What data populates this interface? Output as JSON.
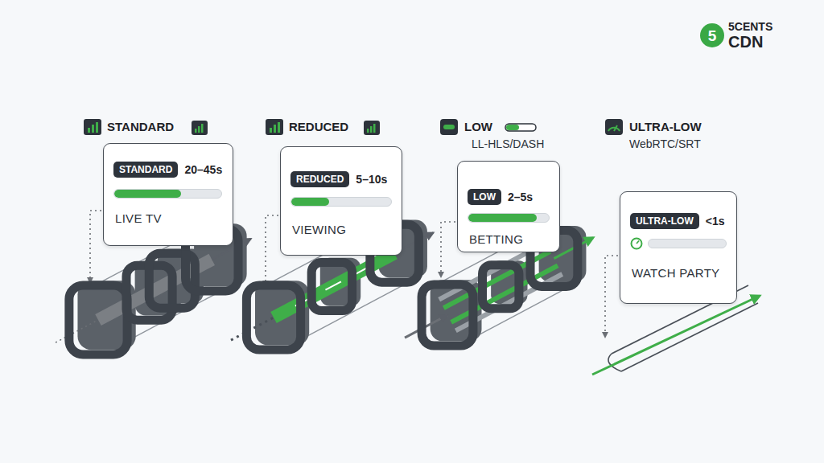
{
  "diagram": {
    "nodes": [
      {
        "text": [
          "20–45s",
          "LIVE TV"
        ]
      },
      {
        "text": [
          "STANDARD"
        ],
        "in": 0
      },
      {
        "text": [
          "5–10s",
          "VIEWING"
        ]
      },
      {
        "text": [
          "REDUCED"
        ],
        "in": 2
      },
      {
        "text": [
          "2–5s",
          "BETTING"
        ]
      },
      {
        "text": [
          "LOW"
        ],
        "in": 4
      },
      {
        "text": [
          "<1s",
          "WATCH PARTY"
        ]
      },
      {
        "text": [
          "ULTRA-LOW"
        ],
        "in": 6
      }
    ],
    "edges": [],
    "labels": [
      "5",
      "5CENTS",
      "CDN",
      "STANDARD",
      "REDUCED",
      "LOW",
      "LL-HLS/DASH",
      "ULTRA-LOW",
      "WebRTC/SRT"
    ]
  }
}
